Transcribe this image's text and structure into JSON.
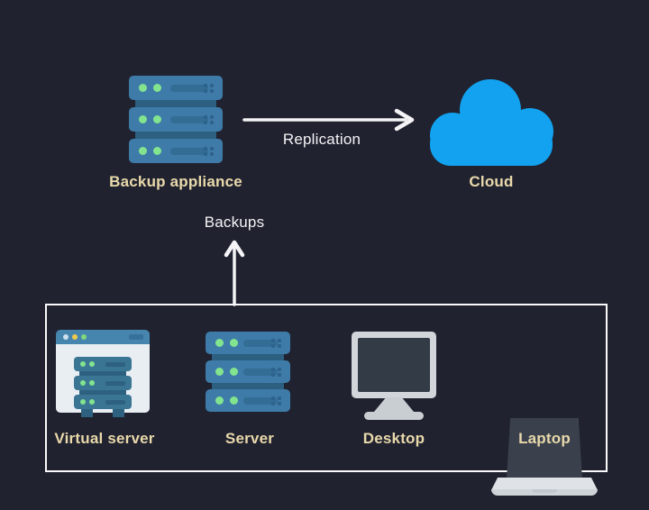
{
  "nodes": {
    "backup_appliance": {
      "label": "Backup appliance"
    },
    "cloud": {
      "label": "Cloud"
    },
    "virtual_server": {
      "label": "Virtual server"
    },
    "server": {
      "label": "Server"
    },
    "desktop": {
      "label": "Desktop"
    },
    "laptop": {
      "label": "Laptop"
    }
  },
  "flows": {
    "replication": {
      "label": "Replication"
    },
    "backups": {
      "label": "Backups"
    }
  },
  "colors": {
    "background": "#20222f",
    "node_label": "#e9d9ab",
    "flow_label": "#f4f4f6",
    "arrow": "#f4f4f6",
    "cloud_blue": "#12a2ef",
    "server_blue": "#3e7ba8",
    "led_green": "#82e48e",
    "window_bar_blue": "#4585ae",
    "device_gray": "#d2d6da",
    "device_box_border": "#fafafa"
  }
}
